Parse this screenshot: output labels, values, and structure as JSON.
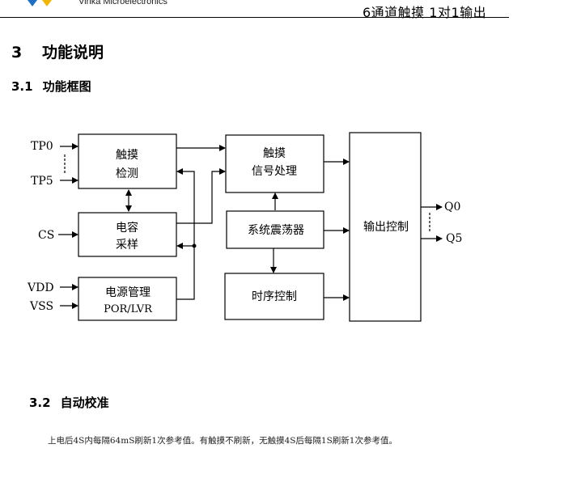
{
  "header": {
    "brand": "Vinka Microelectronics",
    "doc_title": "6通道触摸 1对1输出",
    "logo_icon": "vinka-logo-icon",
    "logo_colors": [
      "#1f6fc4",
      "#f2b705"
    ]
  },
  "section": {
    "number": "3",
    "title": "功能说明"
  },
  "subsections": [
    {
      "number": "3.1",
      "title": "功能框图"
    },
    {
      "number": "3.2",
      "title": "自动校准"
    }
  ],
  "calibration_text": "上电后4S内每隔64mS刷新1次参考值。有触摸不刷新，无触摸4S后每隔1S刷新1次参考值。",
  "diagram": {
    "inputs": [
      "TP0",
      "TP5",
      "CS",
      "VDD",
      "VSS"
    ],
    "outputs": [
      "Q0",
      "Q5"
    ],
    "blocks": {
      "touch_detect": [
        "触摸",
        "检测"
      ],
      "cap_sample": [
        "电容",
        "采样"
      ],
      "power_mgmt": [
        "电源管理",
        "POR/LVR"
      ],
      "touch_process": [
        "触摸",
        "信号处理"
      ],
      "oscillator": [
        "系统震荡器"
      ],
      "timing_ctrl": [
        "时序控制"
      ],
      "output_ctrl": [
        "输出控制"
      ]
    }
  }
}
